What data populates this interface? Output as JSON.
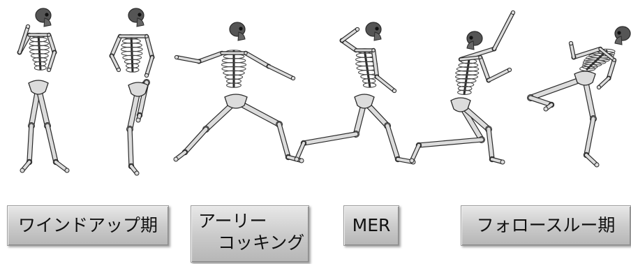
{
  "phases": [
    {
      "id": "windup",
      "label": "ワインドアップ期"
    },
    {
      "id": "early_cocking",
      "label_line1": "アーリー",
      "label_line2": "コッキング"
    },
    {
      "id": "mer",
      "label": "MER"
    },
    {
      "id": "follow_through",
      "label": "フォロースルー期"
    }
  ],
  "colors": {
    "bone": "#dcdcdc",
    "outline": "#2a2a2a",
    "label_bg": "#c8c8c8"
  }
}
